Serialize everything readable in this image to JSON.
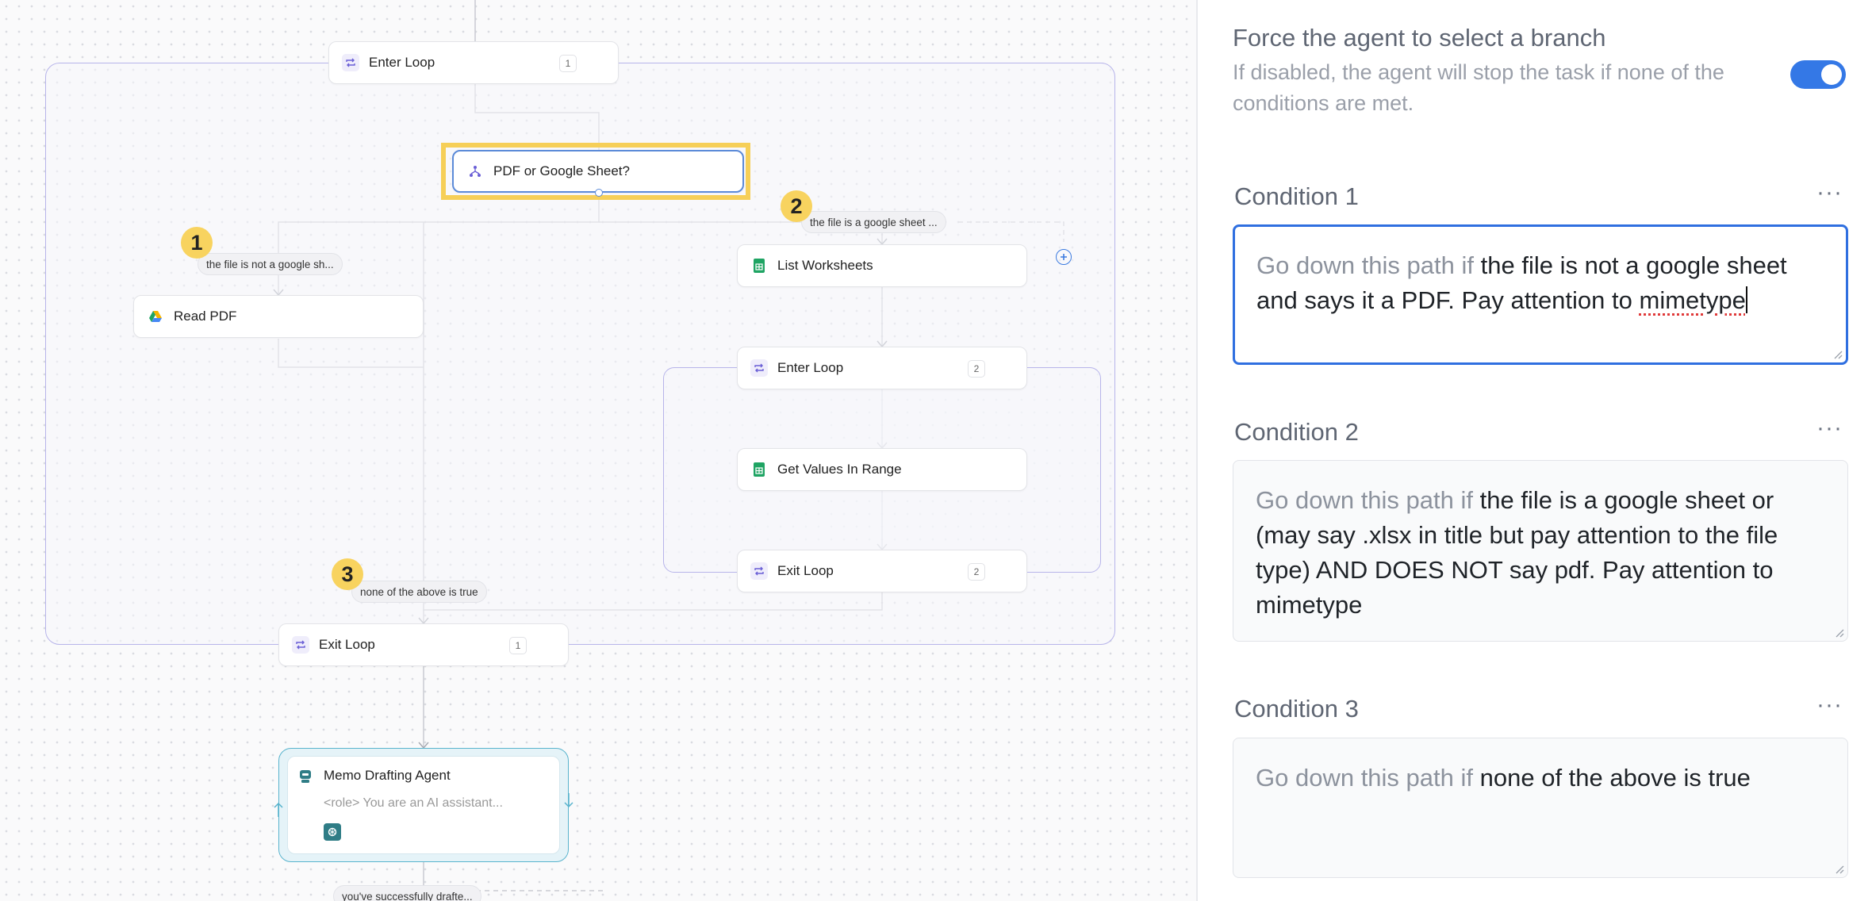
{
  "canvas": {
    "nodes": {
      "enter_loop_1": {
        "label": "Enter Loop",
        "count": "1"
      },
      "branch": {
        "label": "PDF or Google Sheet?"
      },
      "read_pdf": {
        "label": "Read PDF"
      },
      "list_worksheets": {
        "label": "List Worksheets"
      },
      "enter_loop_2": {
        "label": "Enter Loop",
        "count": "2"
      },
      "get_values": {
        "label": "Get Values In Range"
      },
      "exit_loop_2": {
        "label": "Exit Loop",
        "count": "2"
      },
      "exit_loop_1": {
        "label": "Exit Loop",
        "count": "1"
      },
      "memo_agent": {
        "label": "Memo Drafting Agent",
        "subtitle": "<role> You are an AI assistant..."
      }
    },
    "edge_labels": {
      "not_sheet": "the file is not a google sh...",
      "is_sheet": "the file is a google sheet ...",
      "none": "none of the above is true",
      "drafted": "you've successfully drafte..."
    },
    "markers": [
      "1",
      "2",
      "3"
    ],
    "icons": {
      "loop": "loop-icon",
      "branch": "branch-icon",
      "drive": "google-drive-icon",
      "sheets": "google-sheets-icon",
      "agent": "agent-icon",
      "tool": "openai-tool-icon",
      "add": "add-branch-icon"
    },
    "colors": {
      "highlight": "#f6cf58",
      "loop_frame": "#b7b4ea",
      "agent_border": "#58b3cd",
      "accent": "#3478e6"
    }
  },
  "panel": {
    "force_title": "Force the agent to select a branch",
    "force_desc": "If disabled, the agent will stop the task if none of the conditions are met.",
    "force_enabled": true,
    "condition_prefix": "Go down this path if",
    "conditions": [
      {
        "label": "Condition 1",
        "text_main": "the file is not a google sheet and says it a PDF. Pay attention to",
        "text_last": "mimetype"
      },
      {
        "label": "Condition 2",
        "text_main": "the file is a google sheet or (may say .xlsx in title but pay attention to the file type) AND DOES NOT say pdf. Pay attention to mimetype"
      },
      {
        "label": "Condition 3",
        "text_main": "none of the above is true"
      }
    ],
    "menu_glyph": "···"
  }
}
